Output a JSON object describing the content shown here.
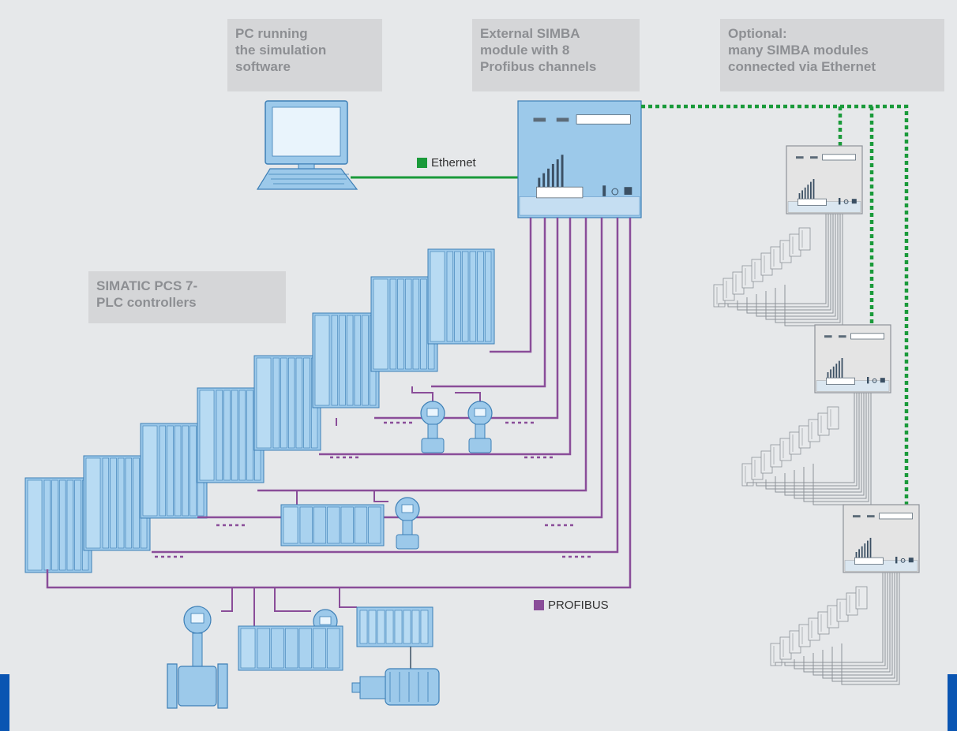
{
  "colors": {
    "background": "#e6e8ea",
    "label_box": "#d5d6d8",
    "label_text": "#8d8f93",
    "ethernet": "#1a9a3a",
    "profibus": "#8a4d99",
    "device_fill": "#9cc9ea",
    "device_stroke": "#3d7fb6",
    "module_grey": "#e4e4e4",
    "frame_accent": "#0a55b2"
  },
  "labels": {
    "pc": [
      "PC running",
      "the simulation",
      "software"
    ],
    "simba": [
      "External SIMBA",
      "module with 8",
      "Profibus channels"
    ],
    "optional": [
      "Optional:",
      "many SIMBA modules",
      "connected via Ethernet"
    ],
    "plc": [
      "SIMATIC PCS 7-",
      "PLC controllers"
    ]
  },
  "legend": {
    "ethernet": "Ethernet",
    "profibus": "PROFIBUS"
  },
  "icons": {
    "pc": "desktop-computer-icon",
    "simba_module": "simba-module-icon",
    "plc": "plc-rack-icon",
    "transmitter": "pressure-transmitter-icon",
    "flowmeter": "flowmeter-icon",
    "motor": "motor-icon",
    "io": "remote-io-icon"
  }
}
